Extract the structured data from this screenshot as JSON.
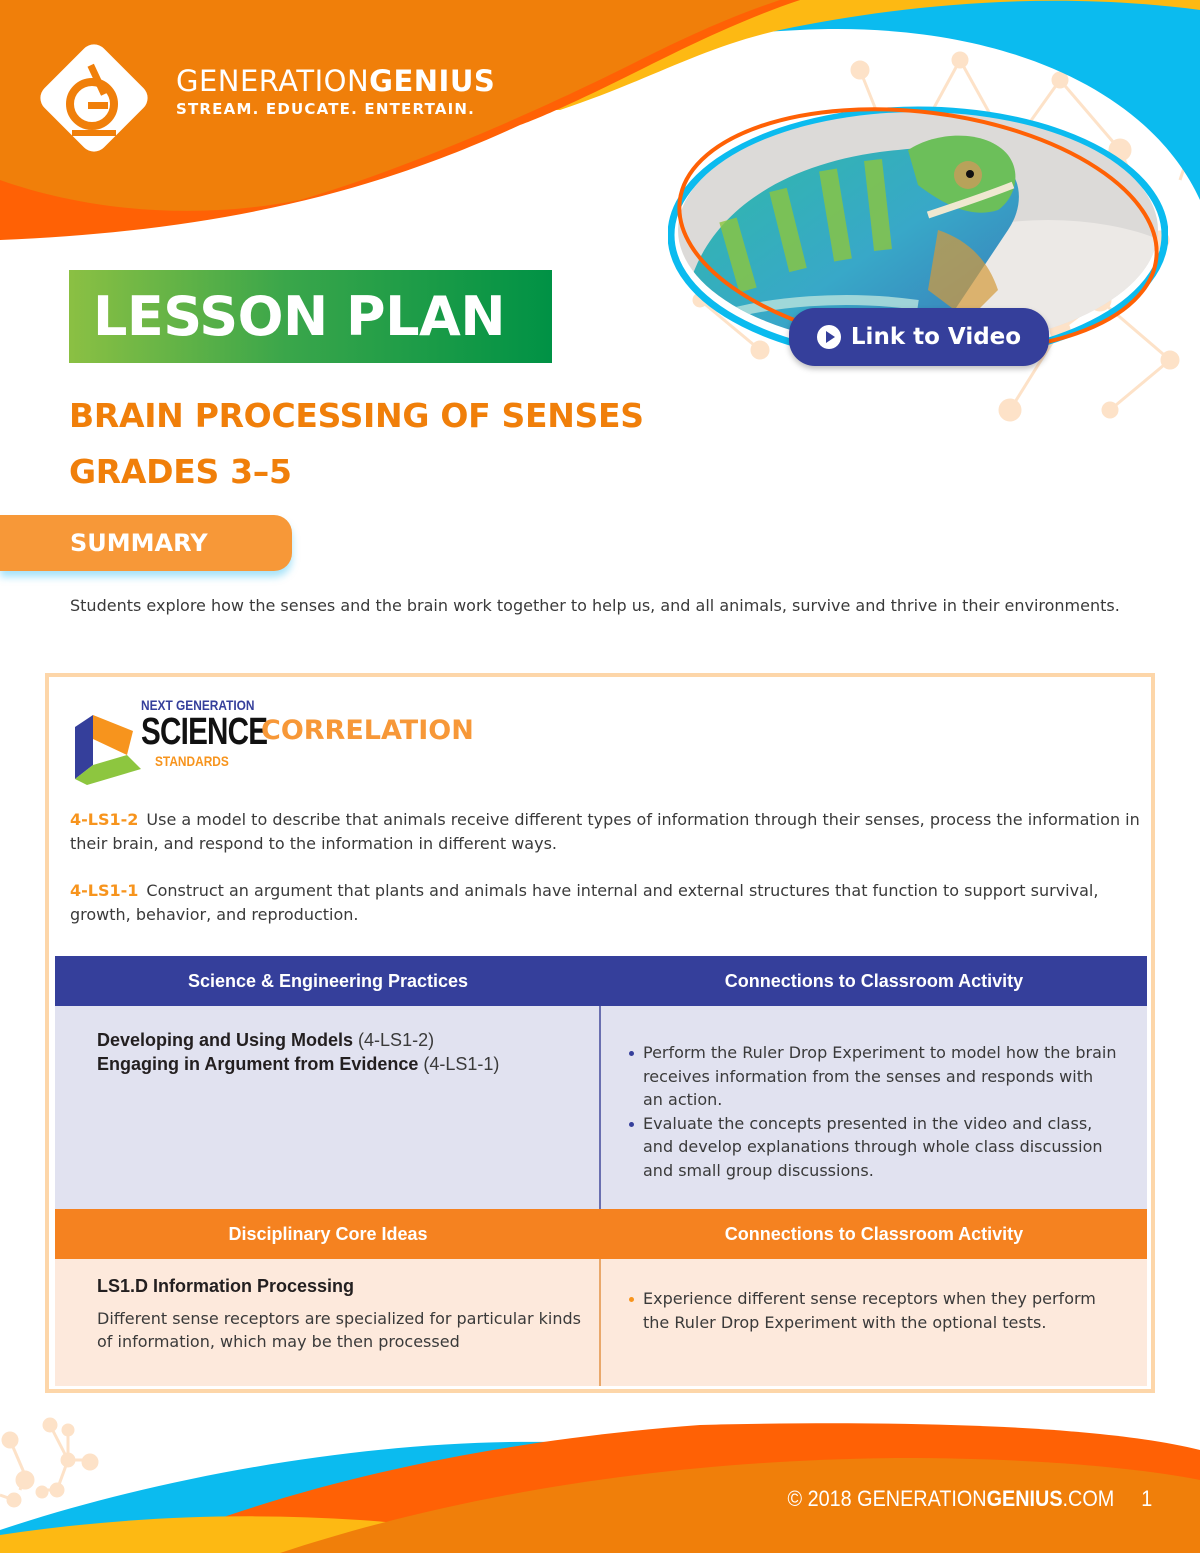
{
  "brand": {
    "name_light": "GENERATION",
    "name_bold": "GENIUS",
    "tagline": "STREAM. EDUCATE. ENTERTAIN.",
    "logo_icon": "microscope-g-logo-icon"
  },
  "hero": {
    "image": "chameleon-photo",
    "link_label": "Link to Video",
    "link_icon": "play-circle-icon"
  },
  "lesson": {
    "badge": "LESSON PLAN",
    "title": "BRAIN PROCESSING OF SENSES",
    "grades": "GRADES 3–5"
  },
  "summary": {
    "label": "SUMMARY",
    "text": "Students explore how the senses and the brain work together to help us, and all animals, survive and thrive in their environments."
  },
  "correlation": {
    "ngss": {
      "top": "NEXT GENERATION",
      "main": "SCIENCE",
      "bottom": "STANDARDS"
    },
    "label": "CORRELATION",
    "standards": [
      {
        "code": "4-LS1-2",
        "text": "Use a model to describe that animals receive different types of information through their senses, process the information in their brain, and respond to the information in different ways."
      },
      {
        "code": "4-LS1-1",
        "text": "Construct an argument that plants and animals have internal and external structures that function to support survival, growth, behavior, and reproduction."
      }
    ],
    "table": {
      "practices_header": "Science & Engineering Practices",
      "connections_header": "Connections to Classroom Activity",
      "practices": [
        {
          "name": "Developing and Using Models",
          "ref": "(4-LS1-2)"
        },
        {
          "name": "Engaging in Argument from Evidence",
          "ref": "(4-LS1-1)"
        }
      ],
      "practice_connections": [
        "Perform the Ruler Drop Experiment to model how the brain receives information from the senses and responds with an action.",
        "Evaluate the concepts presented in the video and class, and develop explanations through whole class discussion and small group discussions."
      ],
      "dci_header": "Disciplinary Core Ideas",
      "dci_connections_header": "Connections to Classroom Activity",
      "dci_title": "LS1.D Information Processing",
      "dci_text": "Different sense receptors are specialized for particular kinds of information, which may be then processed",
      "dci_connections": [
        "Experience different sense receptors when they perform the Ruler Drop Experiment with the optional tests."
      ]
    }
  },
  "footer": {
    "copyright_prefix": "© 2018 GENERATION",
    "copyright_bold": "GENIUS",
    "copyright_suffix": ".COM",
    "page_number": "1"
  },
  "colors": {
    "orange": "#f07f0a",
    "dark_orange": "#ff6105",
    "yellow": "#fdb913",
    "cyan": "#0bbbef",
    "navy": "#353f9b",
    "green": "#009245",
    "light_peach": "#fdd6a9"
  }
}
